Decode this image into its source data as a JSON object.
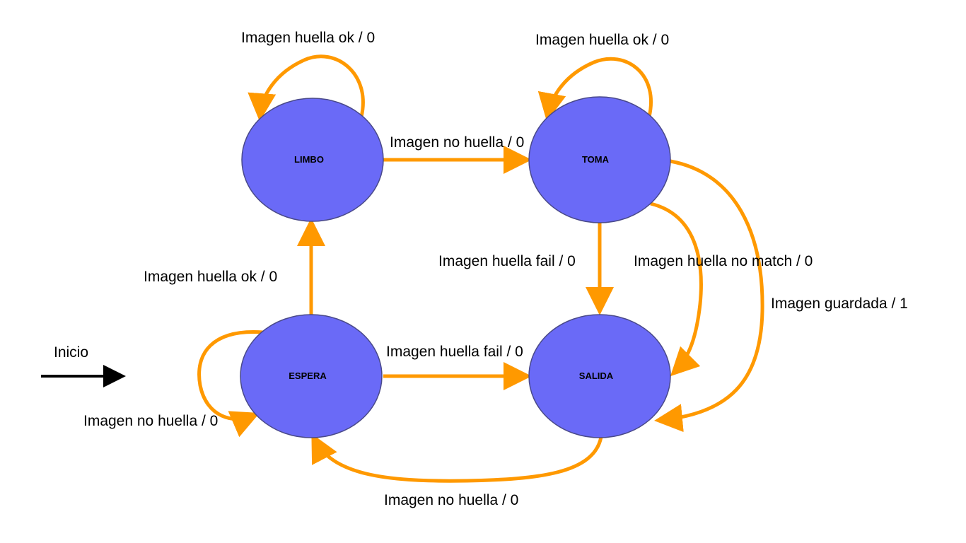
{
  "colors": {
    "node_fill": "#6a6af7",
    "node_stroke": "#4a4a8a",
    "edge": "#ff9900",
    "start_arrow": "#000000",
    "background": "#ffffff"
  },
  "states": {
    "limbo": "LIMBO",
    "toma": "TOMA",
    "espera": "ESPERA",
    "salida": "SALIDA"
  },
  "start": {
    "label": "Inicio"
  },
  "transitions": {
    "limbo_self": "Imagen huella ok / 0",
    "toma_self": "Imagen huella ok / 0",
    "limbo_to_toma": "Imagen no huella / 0",
    "espera_to_limbo": "Imagen huella ok / 0",
    "toma_to_salida_fail": "Imagen huella fail / 0",
    "toma_to_salida_nomatch": "Imagen huella no match / 0",
    "toma_to_salida_guardada": "Imagen guardada / 1",
    "espera_to_salida": "Imagen huella fail / 0",
    "espera_self": "Imagen no huella / 0",
    "salida_to_espera": "Imagen no huella / 0"
  }
}
